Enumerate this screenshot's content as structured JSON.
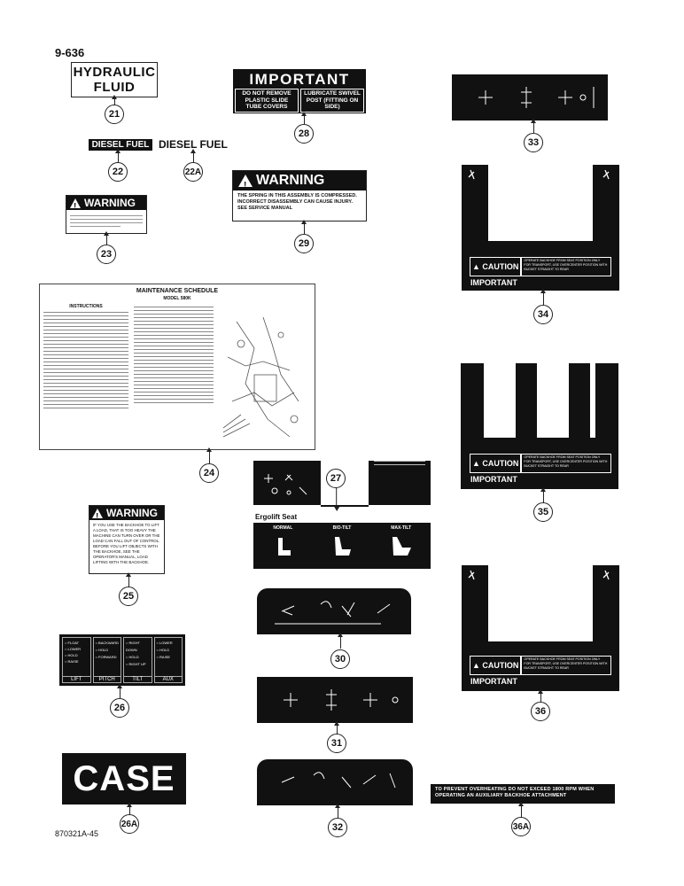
{
  "page_number": "9-636",
  "footer_code": "870321A-45",
  "decals": {
    "d21": {
      "text_line1": "HYDRAULIC",
      "text_line2": "FLUID",
      "callout": "21"
    },
    "d22": {
      "text": "DIESEL FUEL",
      "callout": "22"
    },
    "d22a": {
      "text": "DIESEL FUEL",
      "callout": "22A"
    },
    "d23": {
      "title": "WARNING",
      "callout": "23"
    },
    "d24": {
      "title": "MAINTENANCE SCHEDULE",
      "subtitle": "MODEL 580K",
      "col1_header": "INSTRUCTIONS",
      "callout": "24"
    },
    "d25": {
      "title": "WARNING",
      "body": "IF YOU USE THE BACKHOE TO LIFT A LOAD, THAT IS TOO HEAVY THE MACHINE CAN TURN OVER OR THE LOAD CAN FALL OUT OF CONTROL. BEFORE YOU LIFT OBJECTS WITH THE BACKHOE, SEE THE OPERATOR'S MANUAL, LOAD LIFTING WITH THE BACKHOE.",
      "callout": "25"
    },
    "d26": {
      "columns": [
        {
          "label": "LIFT",
          "items": [
            "FLOAT",
            "LOWER",
            "HOLD",
            "RAISE"
          ]
        },
        {
          "label": "PITCH",
          "items": [
            "BACKWARD",
            "HOLD",
            "FORWARD"
          ]
        },
        {
          "label": "TILT",
          "items": [
            "RIGHT DOWN",
            "HOLD",
            "RIGHT UP"
          ]
        },
        {
          "label": "AUX",
          "items": [
            "LOWER",
            "HOLD",
            "RAISE"
          ]
        }
      ],
      "callout": "26"
    },
    "d26a": {
      "text": "CASE",
      "callout": "26A"
    },
    "d27": {
      "seat_title": "Ergolift Seat",
      "modes": [
        "NORMAL",
        "BIO-TILT",
        "MAX-TILT"
      ],
      "callout": "27"
    },
    "d28": {
      "title": "IMPORTANT",
      "left": "DO NOT REMOVE PLASTIC SLIDE TUBE COVERS",
      "right": "LUBRICATE SWIVEL POST (FITTING ON SIDE)",
      "callout": "28"
    },
    "d29": {
      "title": "WARNING",
      "body": "THE SPRING IN THIS ASSEMBLY IS COMPRESSED. INCORRECT DISASSEMBLY CAN CAUSE INJURY. SEE SERVICE MANUAL",
      "callout": "29"
    },
    "d30": {
      "callout": "30"
    },
    "d31": {
      "callout": "31"
    },
    "d32": {
      "callout": "32"
    },
    "d33": {
      "callout": "33"
    },
    "d34": {
      "caution": "CAUTION",
      "caution_text1": "OPERATE BACKHOE FROM SEAT POSITION ONLY",
      "caution_text2": "FOR TRANSPORT, USE OVERCENTER POSITION WITH BUCKET STRAIGHT TO REAR",
      "important": "IMPORTANT",
      "callout": "34"
    },
    "d35": {
      "caution": "CAUTION",
      "caution_text1": "OPERATE BACKHOE FROM SEAT POSITION ONLY",
      "caution_text2": "FOR TRANSPORT, USE OVERCENTER POSITION WITH BUCKET STRAIGHT TO REAR",
      "important": "IMPORTANT",
      "callout": "35"
    },
    "d36": {
      "caution": "CAUTION",
      "caution_text1": "OPERATE BACKHOE FROM SEAT POSITION ONLY",
      "caution_text2": "FOR TRANSPORT, USE OVERCENTER POSITION WITH BUCKET STRAIGHT TO REAR",
      "important": "IMPORTANT",
      "callout": "36"
    },
    "d36a": {
      "text": "TO PREVENT OVERHEATING DO NOT EXCEED 1800 RPM WHEN OPERATING AN AUXILIARY BACKHOE ATTACHMENT",
      "callout": "36A"
    }
  }
}
